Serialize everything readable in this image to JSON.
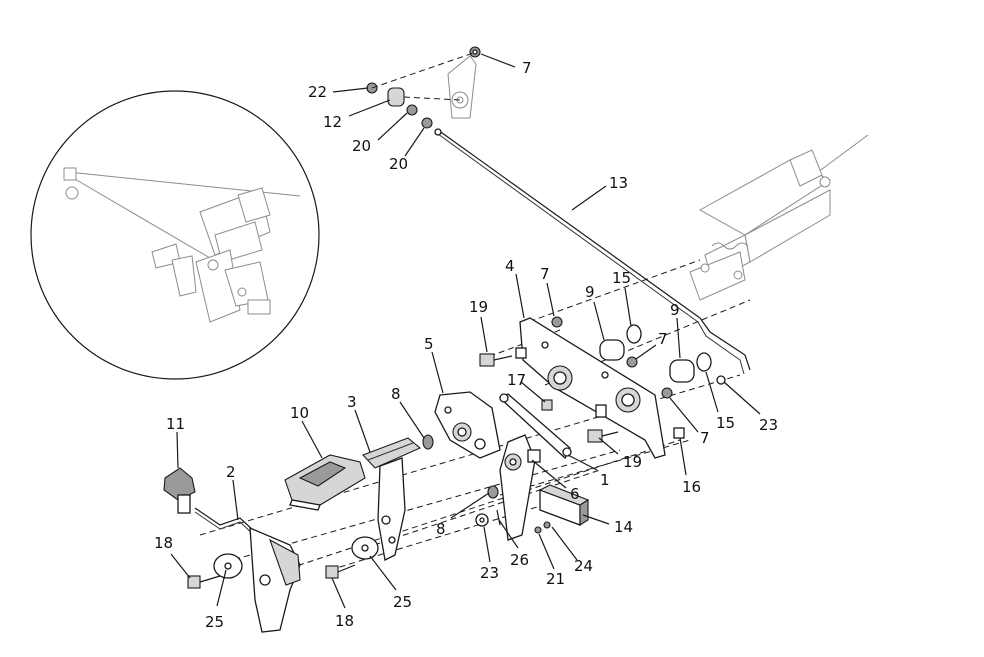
{
  "callouts": [
    {
      "id": "c22",
      "label": "22"
    },
    {
      "id": "c12",
      "label": "12"
    },
    {
      "id": "c20a",
      "label": "20"
    },
    {
      "id": "c20b",
      "label": "20"
    },
    {
      "id": "c7a",
      "label": "7"
    },
    {
      "id": "c13",
      "label": "13"
    },
    {
      "id": "c4",
      "label": "4"
    },
    {
      "id": "c7b",
      "label": "7"
    },
    {
      "id": "c9a",
      "label": "9"
    },
    {
      "id": "c15a",
      "label": "15"
    },
    {
      "id": "c9b",
      "label": "9"
    },
    {
      "id": "c7c",
      "label": "7"
    },
    {
      "id": "c19a",
      "label": "19"
    },
    {
      "id": "c5",
      "label": "5"
    },
    {
      "id": "c17",
      "label": "17"
    },
    {
      "id": "c15b",
      "label": "15"
    },
    {
      "id": "c23a",
      "label": "23"
    },
    {
      "id": "c7d",
      "label": "7"
    },
    {
      "id": "c8a",
      "label": "8"
    },
    {
      "id": "c3",
      "label": "3"
    },
    {
      "id": "c10",
      "label": "10"
    },
    {
      "id": "c11",
      "label": "11"
    },
    {
      "id": "c19b",
      "label": "19"
    },
    {
      "id": "c1",
      "label": "1"
    },
    {
      "id": "c16",
      "label": "16"
    },
    {
      "id": "c6",
      "label": "6"
    },
    {
      "id": "c2",
      "label": "2"
    },
    {
      "id": "c8b",
      "label": "8"
    },
    {
      "id": "c14",
      "label": "14"
    },
    {
      "id": "c24",
      "label": "24"
    },
    {
      "id": "c26",
      "label": "26"
    },
    {
      "id": "c23b",
      "label": "23"
    },
    {
      "id": "c21",
      "label": "21"
    },
    {
      "id": "c18a",
      "label": "18"
    },
    {
      "id": "c25a",
      "label": "25"
    },
    {
      "id": "c18b",
      "label": "18"
    },
    {
      "id": "c25b",
      "label": "25"
    }
  ]
}
